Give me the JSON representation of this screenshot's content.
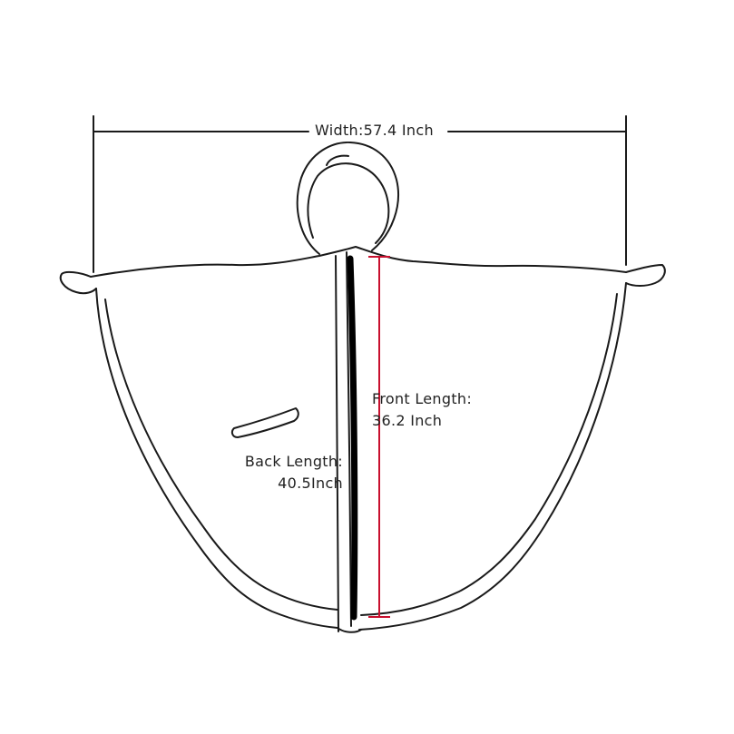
{
  "measurements": {
    "width": "Width:57.4 Inch",
    "front_length": {
      "line1": "Front Length:",
      "line2": "36.2 Inch"
    },
    "back_length": {
      "line1": "Back Length:",
      "line2": "40.5Inch"
    }
  },
  "colors": {
    "outline": "#1a1a1a",
    "front_length_line": "#c8102e",
    "zipper": "#000000"
  }
}
